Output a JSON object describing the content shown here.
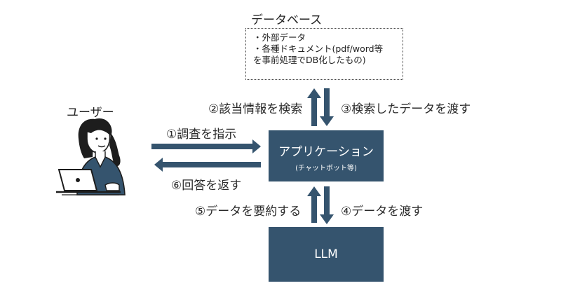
{
  "database": {
    "title": "データベース",
    "items": [
      "・外部データ",
      "・各種ドキュメント(pdf/word等",
      "を事前処理でDB化したもの)"
    ]
  },
  "user": {
    "label": "ユーザー"
  },
  "application": {
    "title": "アプリケーション",
    "subtitle": "(チャットボット等)"
  },
  "llm": {
    "label": "LLM"
  },
  "steps": {
    "s1": "①調査を指示",
    "s2": "②該当情報を検索",
    "s3": "③検索したデータを渡す",
    "s4": "④データを渡す",
    "s5": "⑤データを要約する",
    "s6": "⑥回答を返す"
  },
  "colors": {
    "box": "#35546e",
    "arrow": "#35546e"
  }
}
